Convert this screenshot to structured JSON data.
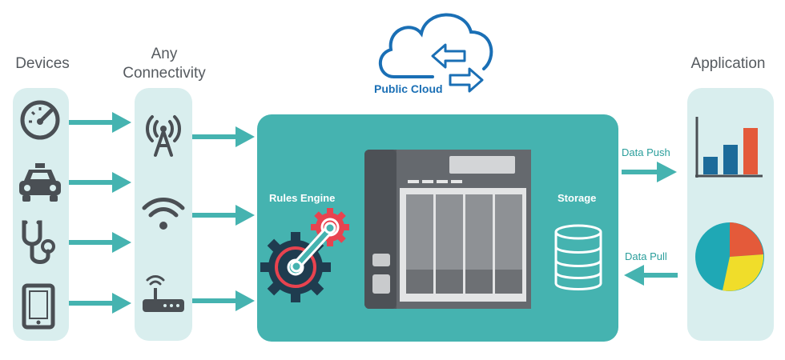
{
  "columns": {
    "devices": "Devices",
    "connectivity_line1": "Any",
    "connectivity_line2": "Connectivity",
    "application": "Application"
  },
  "cloud": {
    "label": "Public Cloud"
  },
  "hub": {
    "rules_engine": "Rules Engine",
    "storage": "Storage"
  },
  "flows": {
    "push": "Data Push",
    "pull": "Data Pull"
  },
  "devices": [
    "speedometer-icon",
    "taxi-icon",
    "stethoscope-icon",
    "tablet-icon"
  ],
  "connectivity": [
    "cell-tower-icon",
    "wifi-icon",
    "router-icon"
  ],
  "colors": {
    "teal": "#45b3b0",
    "panel": "#d9eeee",
    "icon_dark": "#4a4f54",
    "cloud_blue": "#1a6fb5",
    "red": "#e8434f",
    "orange": "#e45a3a",
    "yellow": "#f0dd2a",
    "bar_blue": "#1c6b9a"
  }
}
